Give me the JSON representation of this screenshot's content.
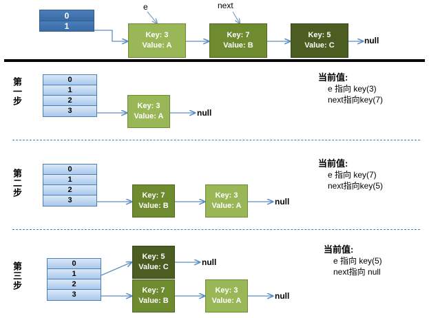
{
  "diagram": {
    "title_note_label": "当前值:",
    "null_label": "null",
    "pointer_labels": {
      "e": "e",
      "next": "next"
    },
    "sections": [
      {
        "id": "overview",
        "step_label": "",
        "table": {
          "rows": [
            "0",
            "1"
          ],
          "style": "dark"
        },
        "nodes": [
          {
            "key": "Key: 3",
            "value": "Value: A",
            "shade": "light"
          },
          {
            "key": "Key: 7",
            "value": "Value: B",
            "shade": "mid"
          },
          {
            "key": "Key: 5",
            "value": "Value: C",
            "shade": "dark"
          }
        ],
        "annotations": {
          "e": "e",
          "next": "next"
        },
        "terminator": "null",
        "note": null
      },
      {
        "id": "step-1",
        "step_label": "第一步",
        "table": {
          "rows": [
            "0",
            "1",
            "2",
            "3"
          ],
          "style": "light"
        },
        "nodes": [
          {
            "key": "Key: 3",
            "value": "Value: A",
            "shade": "light"
          }
        ],
        "terminator": "null",
        "note": {
          "title": "当前值:",
          "lines": [
            "e 指向 key(3)",
            "next指向key(7)"
          ]
        }
      },
      {
        "id": "step-2",
        "step_label": "第二步",
        "table": {
          "rows": [
            "0",
            "1",
            "2",
            "3"
          ],
          "style": "light"
        },
        "nodes": [
          {
            "key": "Key: 7",
            "value": "Value: B",
            "shade": "mid"
          },
          {
            "key": "Key: 3",
            "value": "Value: A",
            "shade": "light"
          }
        ],
        "terminator": "null",
        "note": {
          "title": "当前值:",
          "lines": [
            "e 指向 key(7)",
            "next指向key(5)"
          ]
        }
      },
      {
        "id": "step-3",
        "step_label": "第三步",
        "table": {
          "rows": [
            "0",
            "1",
            "2",
            "3"
          ],
          "style": "light"
        },
        "chain_a": [
          {
            "key": "Key: 5",
            "value": "Value: C",
            "shade": "dark"
          }
        ],
        "chain_b": [
          {
            "key": "Key: 7",
            "value": "Value: B",
            "shade": "mid"
          },
          {
            "key": "Key: 3",
            "value": "Value: A",
            "shade": "light"
          }
        ],
        "terminator_a": "null",
        "terminator_b": "null",
        "note": {
          "title": "当前值:",
          "lines": [
            "e 指向 key(5)",
            "next指向 null"
          ]
        }
      }
    ],
    "colors": {
      "node_light": "#9ab757",
      "node_mid": "#6f8b30",
      "node_dark": "#4b5d21",
      "table_blue_dark": "#4a7ebb",
      "table_blue_light": "#b8d2ef",
      "arrow": "#5b8ec4",
      "separator_solid": "#000000",
      "separator_dashed": "#4a7ebb"
    }
  }
}
